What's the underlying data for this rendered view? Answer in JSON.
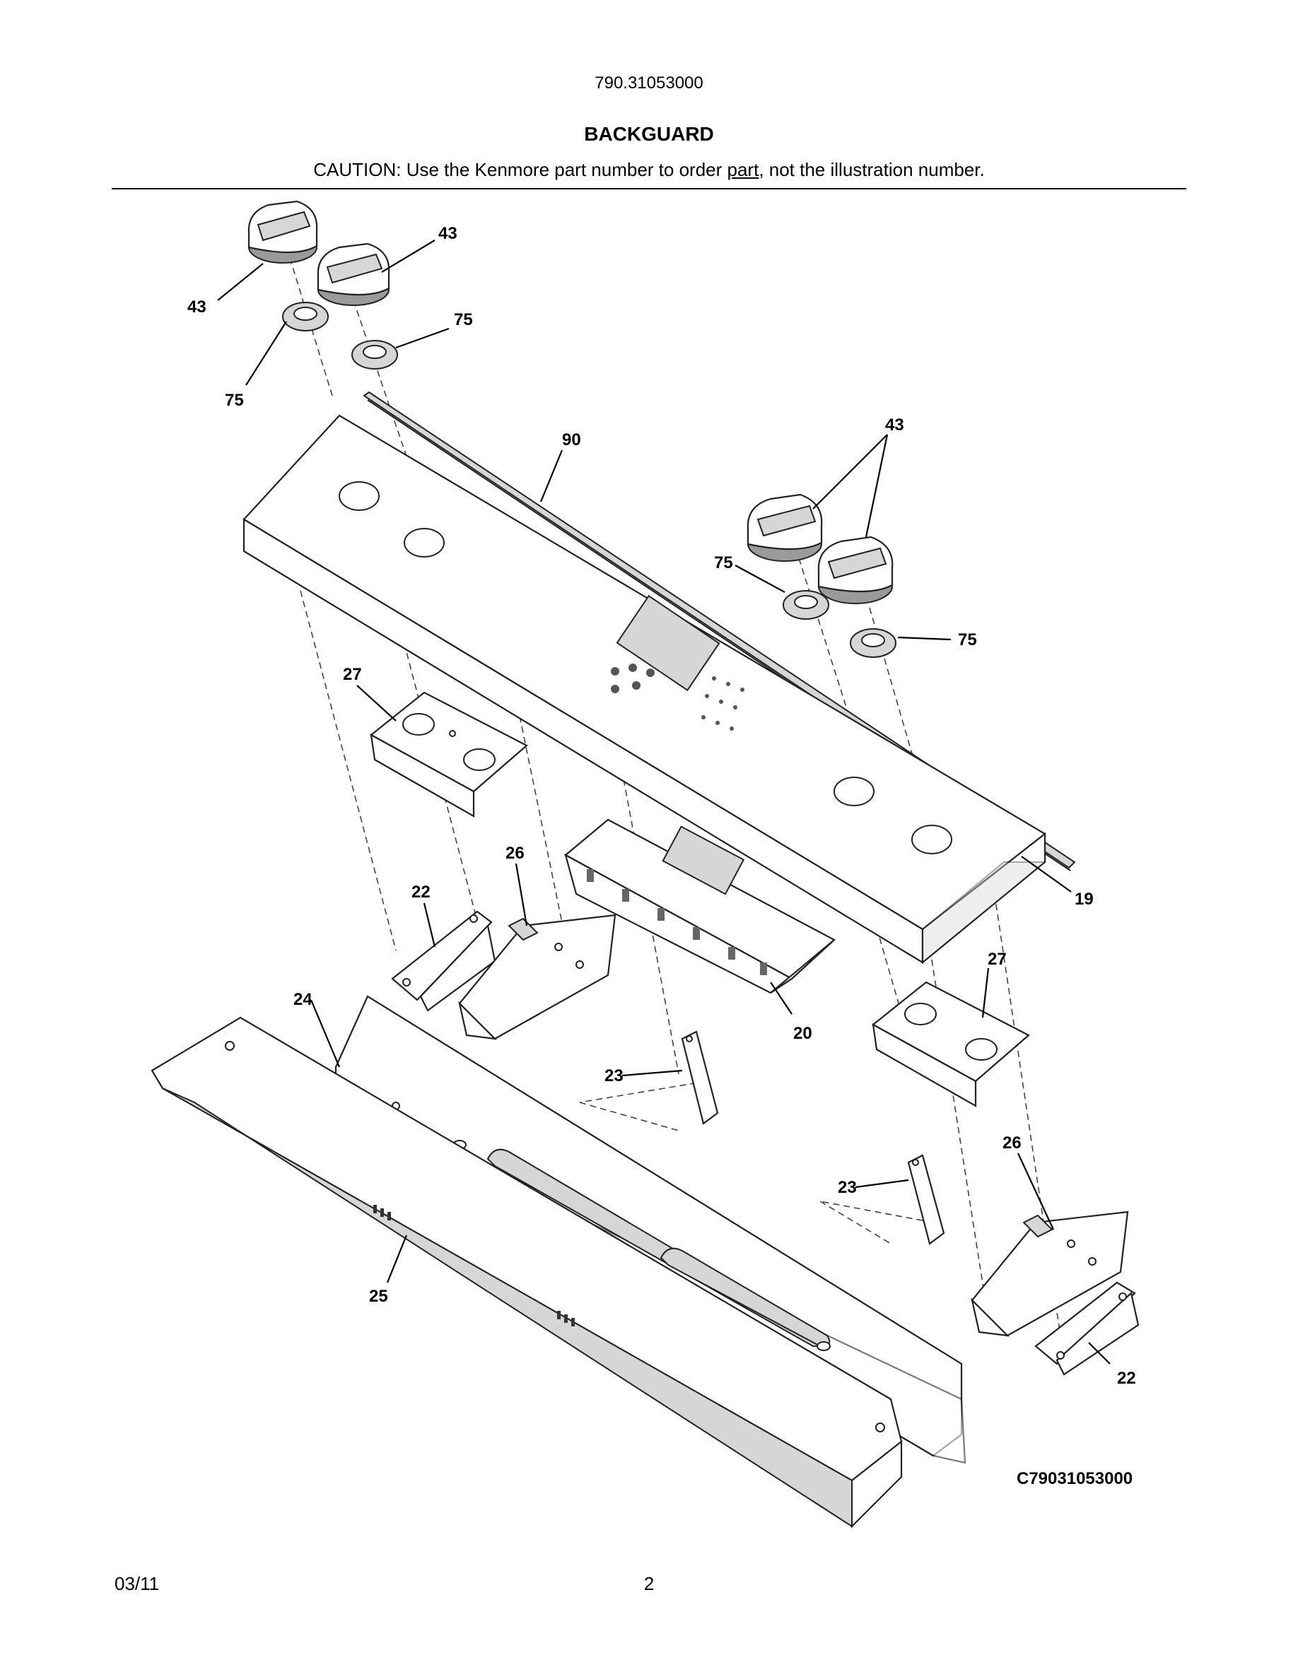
{
  "header": {
    "model_number": "790.31053000",
    "title": "BACKGUARD",
    "caution_prefix": "CAUTION: Use the Kenmore part number to order ",
    "caution_underlined": "part",
    "caution_suffix": ", not the illustration number."
  },
  "callouts": {
    "knob_tl_a": "43",
    "knob_tl_b": "43",
    "bezel_tl_a": "75",
    "bezel_tl_b": "75",
    "trim_strip": "90",
    "knob_tr": "43",
    "bezel_tr_a": "75",
    "bezel_tr_b": "75",
    "bracket_l": "27",
    "bracket_r": "27",
    "support_l": "26",
    "support_r": "26",
    "clip_l": "22",
    "clip_r": "22",
    "panel": "19",
    "control_board": "20",
    "rear_panel": "24",
    "brace_a": "23",
    "brace_b": "23",
    "front_trim": "25"
  },
  "catalog_number": "C79031053000",
  "footer": {
    "date": "03/11",
    "page_number": "2"
  }
}
